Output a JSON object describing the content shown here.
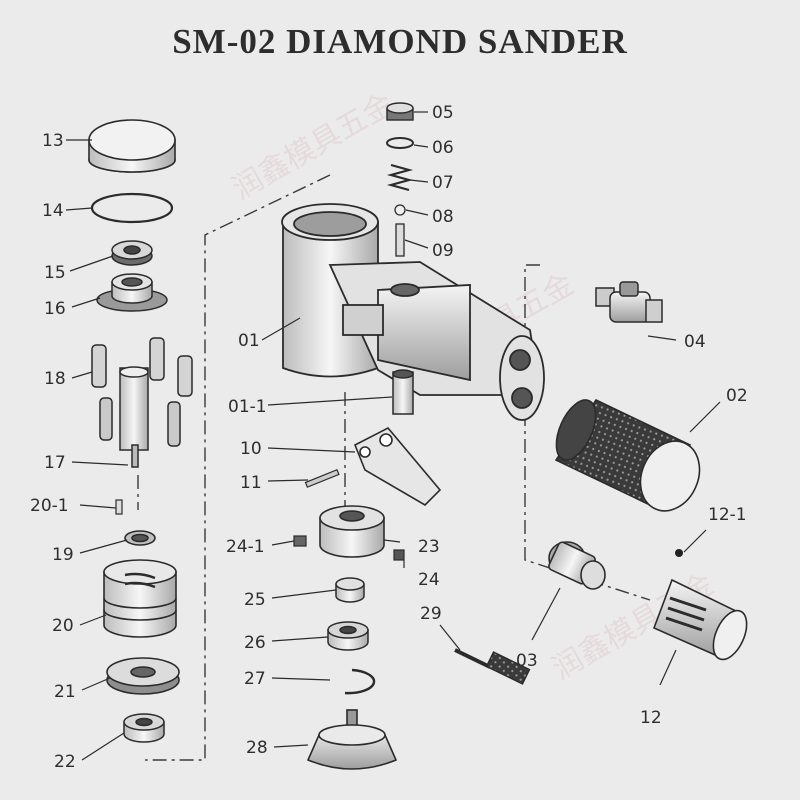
{
  "title": "SM-02 DIAMOND SANDER",
  "watermark": "润鑫模具五金",
  "parts": [
    {
      "id": "13",
      "label": "13"
    },
    {
      "id": "14",
      "label": "14"
    },
    {
      "id": "15",
      "label": "15"
    },
    {
      "id": "16",
      "label": "16"
    },
    {
      "id": "18",
      "label": "18"
    },
    {
      "id": "17",
      "label": "17"
    },
    {
      "id": "20-1",
      "label": "20-1"
    },
    {
      "id": "19",
      "label": "19"
    },
    {
      "id": "20",
      "label": "20"
    },
    {
      "id": "21",
      "label": "21"
    },
    {
      "id": "22",
      "label": "22"
    },
    {
      "id": "05",
      "label": "05"
    },
    {
      "id": "06",
      "label": "06"
    },
    {
      "id": "07",
      "label": "07"
    },
    {
      "id": "08",
      "label": "08"
    },
    {
      "id": "09",
      "label": "09"
    },
    {
      "id": "01",
      "label": "01"
    },
    {
      "id": "04",
      "label": "04"
    },
    {
      "id": "02",
      "label": "02"
    },
    {
      "id": "01-1",
      "label": "01-1"
    },
    {
      "id": "10",
      "label": "10"
    },
    {
      "id": "11",
      "label": "11"
    },
    {
      "id": "24-1",
      "label": "24-1"
    },
    {
      "id": "23",
      "label": "23"
    },
    {
      "id": "24",
      "label": "24"
    },
    {
      "id": "25",
      "label": "25"
    },
    {
      "id": "26",
      "label": "26"
    },
    {
      "id": "27",
      "label": "27"
    },
    {
      "id": "28",
      "label": "28"
    },
    {
      "id": "29",
      "label": "29"
    },
    {
      "id": "03",
      "label": "03"
    },
    {
      "id": "12-1",
      "label": "12-1"
    },
    {
      "id": "12",
      "label": "12"
    }
  ]
}
